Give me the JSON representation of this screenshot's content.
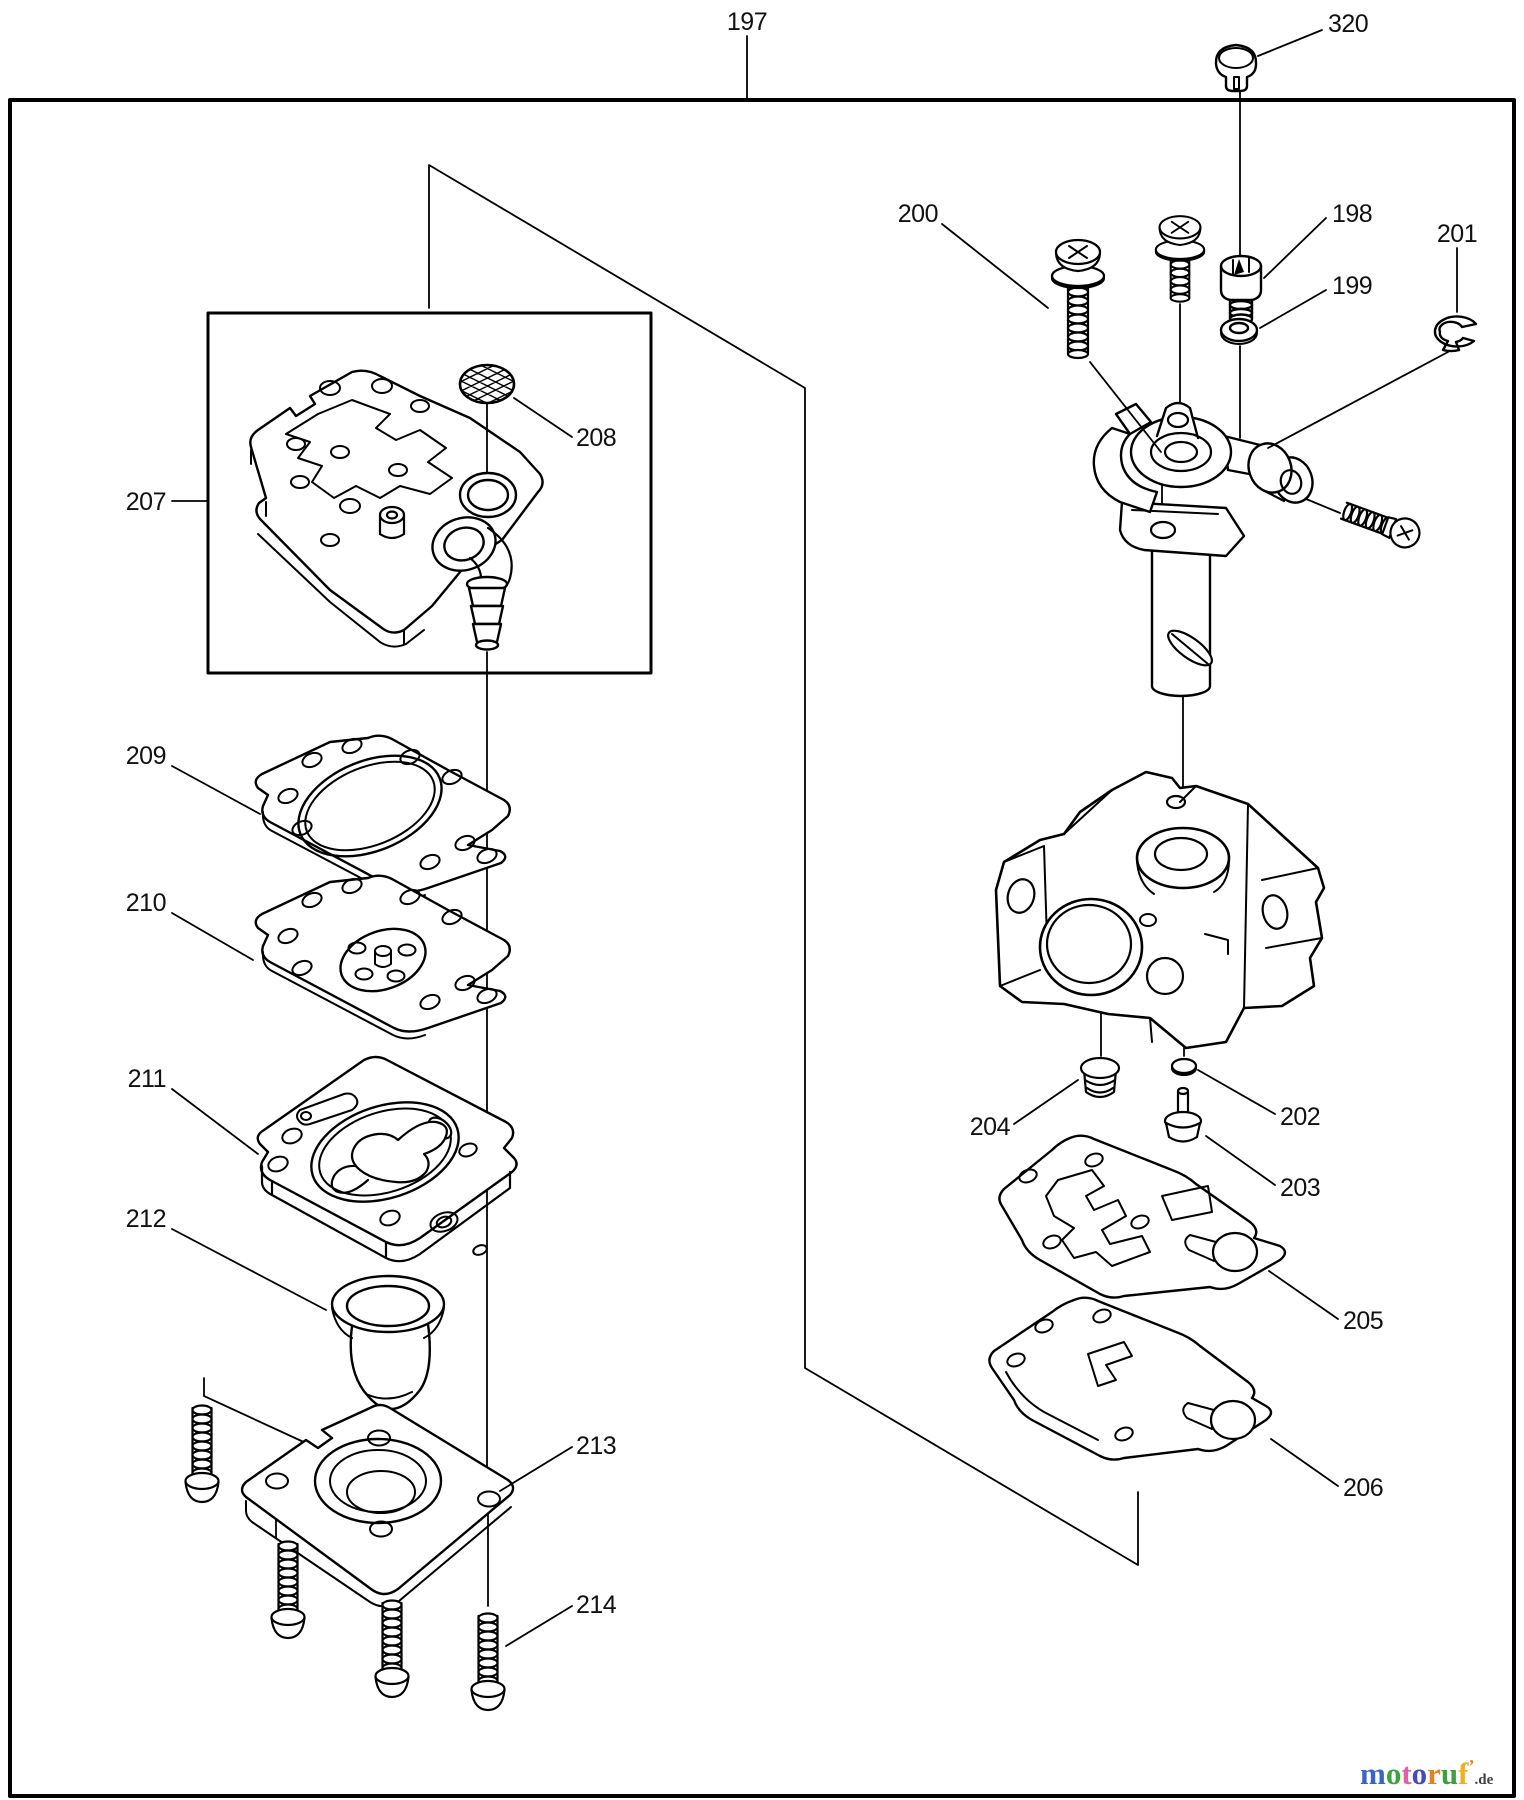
{
  "callouts": {
    "c197": "197",
    "c198": "198",
    "c199": "199",
    "c200": "200",
    "c201": "201",
    "c202": "202",
    "c203": "203",
    "c204": "204",
    "c205": "205",
    "c206": "206",
    "c207": "207",
    "c208": "208",
    "c209": "209",
    "c210": "210",
    "c211": "211",
    "c212": "212",
    "c213": "213",
    "c214": "214",
    "c320": "320"
  },
  "logo": {
    "letters": [
      {
        "ch": "m",
        "color": "#3c64c8"
      },
      {
        "ch": "o",
        "color": "#3da23d"
      },
      {
        "ch": "t",
        "color": "#e35fa5"
      },
      {
        "ch": "o",
        "color": "#4549c4"
      },
      {
        "ch": "r",
        "color": "#e5821f"
      },
      {
        "ch": "u",
        "color": "#3da23d"
      },
      {
        "ch": "f",
        "color": "#edb11f"
      }
    ],
    "apostrophe": {
      "ch": "’",
      "color": "#e5821f"
    },
    "suffix": {
      "text": ".de",
      "color": "#404040"
    }
  },
  "colors": {
    "line": "#000000",
    "background": "#ffffff"
  }
}
